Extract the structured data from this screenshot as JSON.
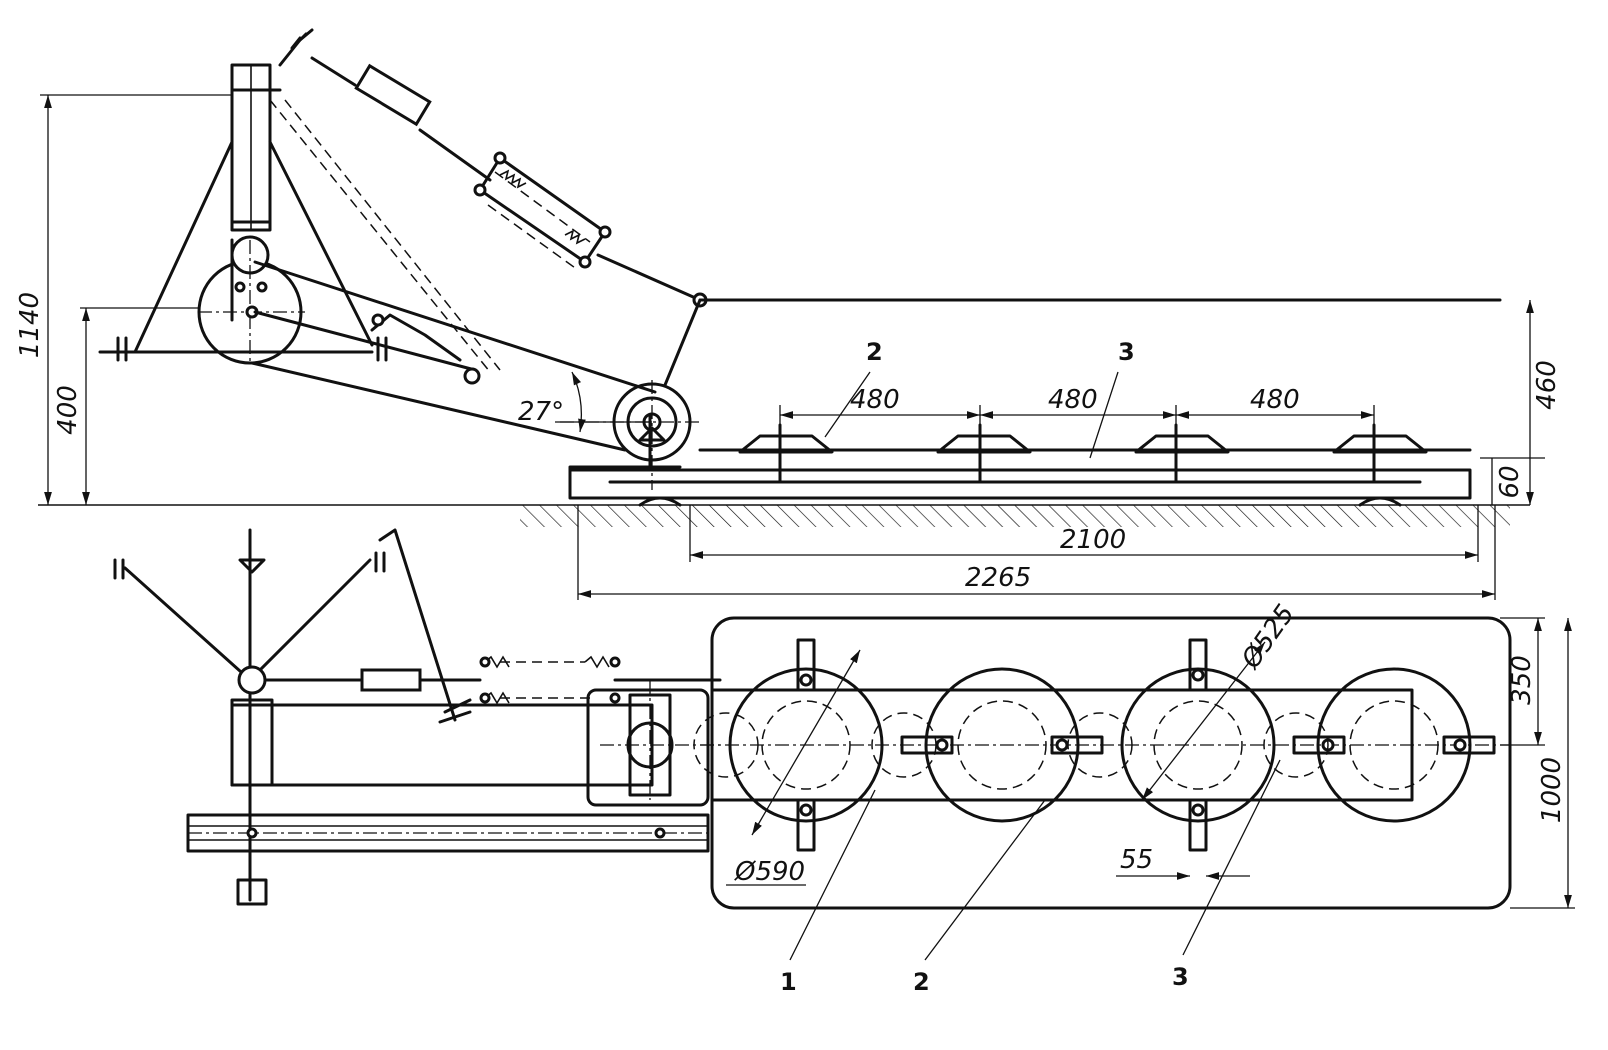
{
  "dimensions": {
    "height_total": "1140",
    "height_lower": "400",
    "tilt_angle": "27°",
    "disk_spacing": [
      "480",
      "480",
      "480"
    ],
    "bar_height": "460",
    "bar_offset": "60",
    "cutting_width": "2100",
    "overall_length": "2265",
    "disk_diameter_outer": "Ø590",
    "disk_diameter_inner": "Ø525",
    "knife_width": "55",
    "frame_depth": "350",
    "frame_width": "1000"
  },
  "callouts": {
    "side_view": [
      "2",
      "3"
    ],
    "plan_view": [
      "1",
      "2",
      "3"
    ]
  }
}
